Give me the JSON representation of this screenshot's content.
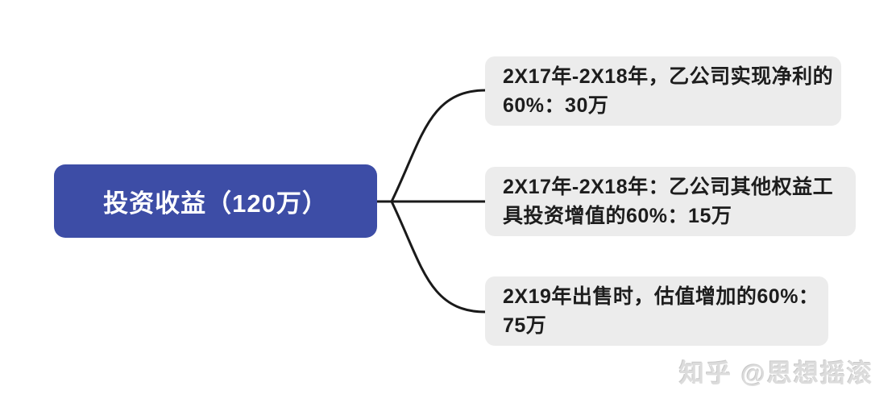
{
  "diagram": {
    "root": {
      "label": "投资收益（120万）"
    },
    "branches": [
      {
        "line1": "2X17年-2X18年，乙公司实现净利的",
        "line2": "60%：30万"
      },
      {
        "line1": "2X17年-2X18年：乙公司其他权益工",
        "line2": "具投资增值的60%：15万"
      },
      {
        "line1": "2X19年出售时，估值增加的60%：",
        "line2": "75万"
      }
    ]
  },
  "watermark": {
    "text": "知乎 @思想摇滚"
  },
  "colors": {
    "root_bg": "#3D4DA6",
    "root_text": "#FFFFFF",
    "branch_bg": "#ECECEC",
    "branch_text": "#1D1D1D",
    "connector": "#1A1A1A",
    "watermark_text": "#DCDCDC"
  }
}
